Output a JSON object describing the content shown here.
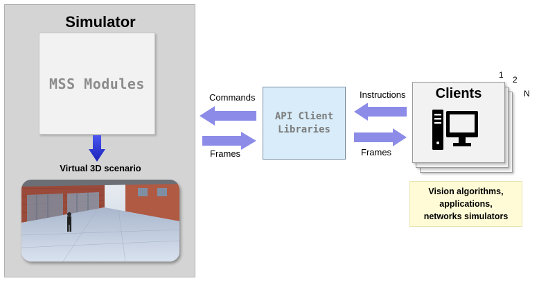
{
  "simulator": {
    "title": "Simulator",
    "modules_label": "MSS Modules",
    "scenario_label": "Virtual 3D scenario"
  },
  "api": {
    "label": "API Client\nLibraries"
  },
  "left_flow": {
    "commands_label": "Commands",
    "frames_label": "Frames"
  },
  "right_flow": {
    "instructions_label": "Instructions",
    "frames_label": "Frames"
  },
  "clients": {
    "title": "Clients",
    "stack_numbers": [
      "1",
      "2",
      "N"
    ],
    "icon": "computer-icon"
  },
  "vision_box": {
    "label": "Vision algorithms,\napplications,\nnetworks simulators"
  },
  "colors": {
    "arrow": "#8c8ce8",
    "down_arrow": "#2b35d6",
    "api_fill": "#d8ecf9",
    "vision_fill": "#fffbd6",
    "panel_gray": "#d4d4d4"
  }
}
